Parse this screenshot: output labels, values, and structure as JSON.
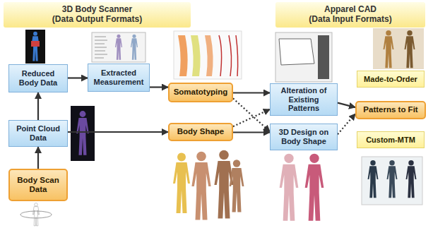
{
  "diagram": {
    "nodes": [
      {
        "text": [
          "3D Body Scanner",
          "(Data Output Formats)"
        ]
      },
      {
        "text": [
          "Apparel CAD",
          "(Data Input Formats)"
        ]
      },
      {
        "text": [
          "Reduced Body Data"
        ]
      },
      {
        "text": [
          "Extracted Measurement"
        ]
      },
      {
        "text": [
          "Somatotyping"
        ]
      },
      {
        "text": [
          "Alteration of Existing Patterns"
        ]
      },
      {
        "text": [
          "Made-to-Order"
        ]
      },
      {
        "text": [
          "Patterns to Fit"
        ]
      },
      {
        "text": [
          "Point Cloud Data"
        ]
      },
      {
        "text": [
          "Body Shape"
        ]
      },
      {
        "text": [
          "3D Design on Body Shape"
        ]
      },
      {
        "text": [
          "Custom-MTM"
        ]
      },
      {
        "text": [
          "Body Scan Data"
        ]
      }
    ],
    "edges": [
      {
        "from": 12,
        "to": 8,
        "arrow": "to"
      },
      {
        "from": 8,
        "to": 2,
        "arrow": "to"
      },
      {
        "from": 2,
        "to": 3,
        "arrow": "to"
      },
      {
        "from": 3,
        "to": 4,
        "arrow": "to"
      },
      {
        "from": 8,
        "to": 9,
        "arrow": "to"
      },
      {
        "from": 4,
        "to": 5,
        "arrow": "to"
      },
      {
        "from": 4,
        "to": 10,
        "arrow": "to"
      },
      {
        "from": 9,
        "to": 5,
        "arrow": "to"
      },
      {
        "from": 9,
        "to": 10,
        "arrow": "to"
      },
      {
        "from": 5,
        "to": 7,
        "arrow": "to"
      },
      {
        "from": 10,
        "to": 7,
        "arrow": "to"
      }
    ]
  }
}
